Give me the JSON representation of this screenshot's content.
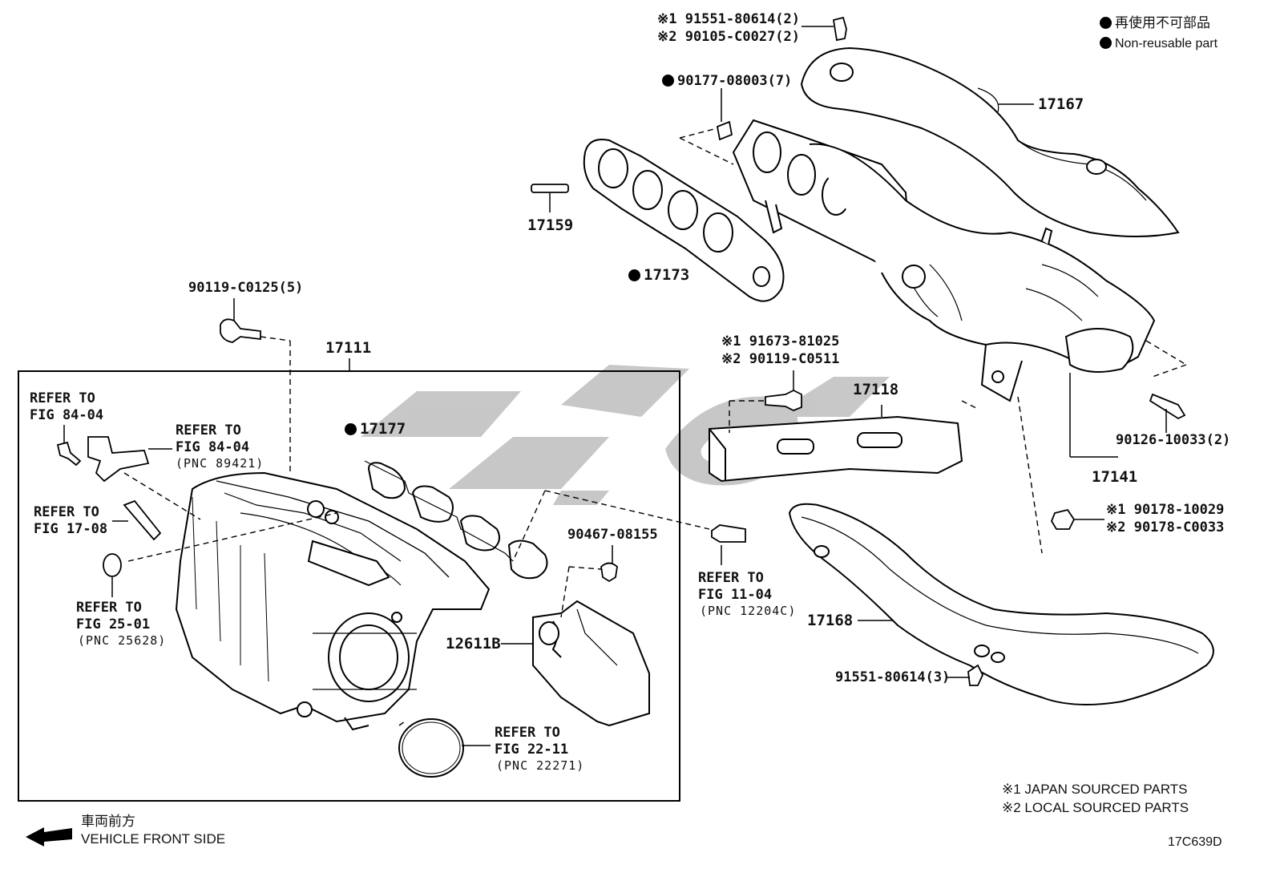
{
  "legend": {
    "non_reusable_ja": "再使用不可部品",
    "non_reusable_en": "Non-reusable part"
  },
  "parts": {
    "p_17167": "17167",
    "p_17159": "17159",
    "p_17173": "17173",
    "p_17111": "17111",
    "p_17177": "17177",
    "p_17118": "17118",
    "p_17141": "17141",
    "p_17168": "17168",
    "p_12611b": "12611B",
    "bolt_90119_c0125": "90119-C0125(5)",
    "nut_90177": "90177-08003(7)",
    "clip_90467": "90467-08155",
    "stud_90126": "90126-10033(2)",
    "bolt_91551_3": "91551-80614(3)",
    "top_bolt_1": "※1 91551-80614(2)",
    "top_bolt_2": "※2 90105-C0027(2)",
    "mid_bolt_1": "※1 91673-81025",
    "mid_bolt_2": "※2 90119-C0511",
    "nut_right_1": "※1 90178-10029",
    "nut_right_2": "※2 90178-C0033"
  },
  "refs": {
    "ref_84_04_a": "REFER TO\nFIG 84-04",
    "ref_84_04_b": "REFER TO\nFIG 84-04",
    "pnc_89421": "(PNC 89421)",
    "ref_17_08": "REFER TO\nFIG 17-08",
    "ref_25_01": "REFER TO\nFIG 25-01",
    "pnc_25628": "(PNC 25628)",
    "ref_11_04": "REFER TO\nFIG 11-04",
    "pnc_12204c": "(PNC 12204C)",
    "ref_22_11": "REFER TO\nFIG 22-11",
    "pnc_22271": "(PNC 22271)"
  },
  "footer": {
    "japan_sourced": "※1 JAPAN SOURCED PARTS",
    "local_sourced": "※2 LOCAL SOURCED PARTS",
    "front_ja": "車両前方",
    "front_en": "VEHICLE FRONT SIDE",
    "figure_code": "17C639D"
  }
}
